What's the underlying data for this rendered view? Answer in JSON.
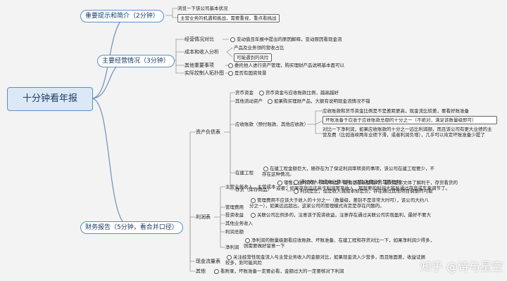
{
  "root": "十分钟看年报",
  "branches": {
    "b1": {
      "title": "重要提示和简介（2分钟）",
      "items": [
        "浏览一下该公司基本状况",
        "主营业务的机遇和挑战，需要重视，重点看挑战"
      ]
    },
    "b2": {
      "title": "主要经营情况（3分钟）",
      "jyqk": "经营情况对比",
      "jyqk_note": "变动值且年报中提出的原因解释，变动原因看现金流",
      "cb": "成本和收入分析",
      "cb1": "产品及业务领的营收占比",
      "cb2": "可能遇到的风险",
      "qt": "其他重要事项",
      "qt_note": "委托他人进行资产管理，购买理财产品说明基本面可以",
      "sj": "实际控制人拓扑图",
      "sj_note": "是否有国资背景"
    },
    "b3": {
      "title": "财务报告（5分钟，看合并口径）",
      "zcfzb": "资产负债表",
      "hbzj": "货币资金",
      "hbzj_note": "货币资金与应收账款比例，越高越好",
      "qtld": "其他流动资产",
      "qtld_note": "如果购买理财产品，大额有说明现金流情况不错",
      "yszk": "应收账款（预付账款、其他应收款）",
      "yszk_n1": "应收账款和货币资金比例是不是差距更高，现金流比较差，要看好账准备",
      "yszk_n2": "坏账准备于应收于应收账款总额的十分之一（不绝对，满足该数量级即可）",
      "yszk_n3": "对比一下净利润，如果应收账款的十分之一远比利润额，而且该公司有更大业绩的主营及费（比如连续两年业绩下滑，或者利润负增），几乎可以肯定坏账准备少提了",
      "zjgc": "在建工程",
      "zjgc_note": "在建工程金额巨大，随存在为了保证利润率转资的事项，该公司在建工程要少，不存在这种情况。",
      "ch": "存货（库存商品）",
      "ch_note": "零售企业的存货（库存商品）需要都重新整看的，最好是那文体了解利于，存货看货的或者，如果存货远远高于利润那至收入，那就要的利润大容易通过存货或车来调节了。",
      "lrb": "利润表",
      "zysr": "主营业务收入，主营成本",
      "zysr_n1": "通过收入和成本计算毛利，以及主营业务是否盈利",
      "zysr_n2": "利润是正，但是收入减成本却是负，存在通过其他项目调整的可能",
      "glfy": "管理费用",
      "glfy_note": "管理费用不应该大于收入的十分之一（数量级，差别不是非常大时可），该公司大约八分之一），如果远远超出，这家公司的管理模式肯定是存在问题的。",
      "tzsy": "投资收益",
      "tzsy_note": "关联公司比例多的，注意该于投资收益，注意存在通过关联公司实现盈利，最好不要大",
      "qtsy": "其他业务收入",
      "lrzz": "利润总额",
      "jlr": "净利润",
      "jlr_note": "净利润的数量级跟看应收账款、坏账准备、在建工程和存货对比一下，如果净利润少得多，则需要做好留意一下",
      "xjll": "现金流量表",
      "xjll_note": "关注经营性现金流入与主营业务收入的金额对比，如果现金流入少营多，而且账面差，收益证据较多，则可能风险",
      "qt": "其他",
      "qt_note": "看附录，坏账准备一定要必看，金额过大的一定要核对下利润"
    }
  },
  "watermark": "知乎 @诗与星空"
}
